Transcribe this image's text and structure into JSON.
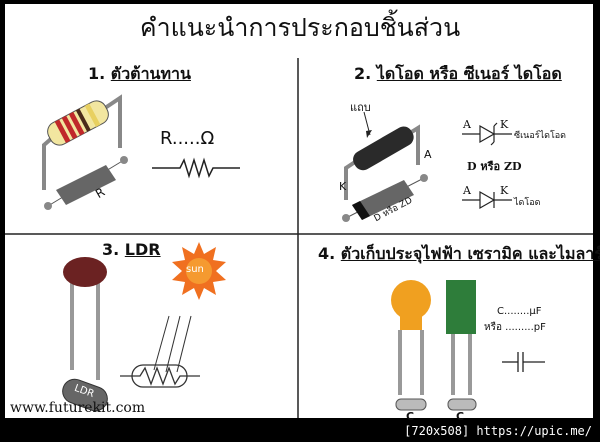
{
  "title": "คำแนะนำการประกอบชิ้นส่วน",
  "sections": [
    {
      "number": "1.",
      "heading": "ตัวต้านทาน",
      "labels": {
        "value": "R.....Ω",
        "body": "R"
      }
    },
    {
      "number": "2.",
      "heading": "ไดโอด หรือ ซีเนอร์ ไดโอด",
      "labels": {
        "band": "แถบ",
        "anode": "A",
        "cathode": "K",
        "body": "D หรือ ZD",
        "code": "D หรือ ZD",
        "zener": "ซีเนอร์ไดโอด",
        "diode": "ไดโอด",
        "sym_a1": "A",
        "sym_k1": "K",
        "sym_a2": "A",
        "sym_k2": "K"
      }
    },
    {
      "number": "3.",
      "heading": "LDR",
      "labels": {
        "sun": "sun",
        "body": "LDR"
      }
    },
    {
      "number": "4.",
      "heading": "ตัวเก็บประจุไฟฟ้า เซรามิค และไมลาร์",
      "labels": {
        "uf": "C........µF",
        "pf": "หรือ .........pF",
        "c1": "C",
        "c2": "C"
      }
    }
  ],
  "website": "www.futurekit.com",
  "watermark": "[720x508] https://upic.me/",
  "colors": {
    "resistor_body": "#f2e6a0",
    "red_band": "#c0282a",
    "ldr": "#6b2222",
    "sun": "#f07020",
    "ceramic": "#f0a020",
    "mylar": "#2e7d3a"
  }
}
